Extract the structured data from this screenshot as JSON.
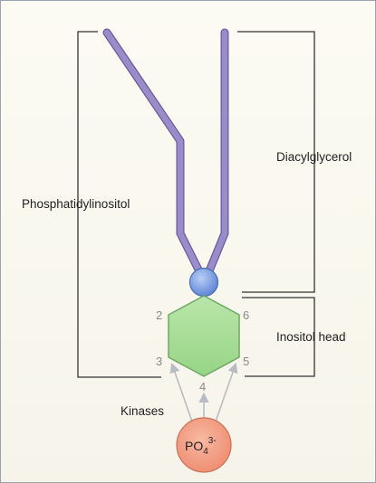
{
  "labels": {
    "phosphatidylinositol": "Phosphatidylinositol",
    "diacylglycerol": "Diacylglycerol",
    "inositol_head": "Inositol head",
    "kinases": "Kinases",
    "phosphate_base": "PO",
    "phosphate_sub": "4",
    "phosphate_sup": "3-"
  },
  "ring_positions": {
    "p2": "2",
    "p3": "3",
    "p4": "4",
    "p5": "5",
    "p6": "6"
  },
  "colors": {
    "tail": "#9a8cc9",
    "tail_edge": "#6a5b9f",
    "glycerol": "#7ea2e2",
    "glycerol_edge": "#4a6cb3",
    "ring": "#a9dd9a",
    "ring_edge": "#6fa865",
    "phosphate": "#f4a48a",
    "phosphate_edge": "#c8735c",
    "bracket": "#333333",
    "arrow": "#b8bcc2"
  }
}
